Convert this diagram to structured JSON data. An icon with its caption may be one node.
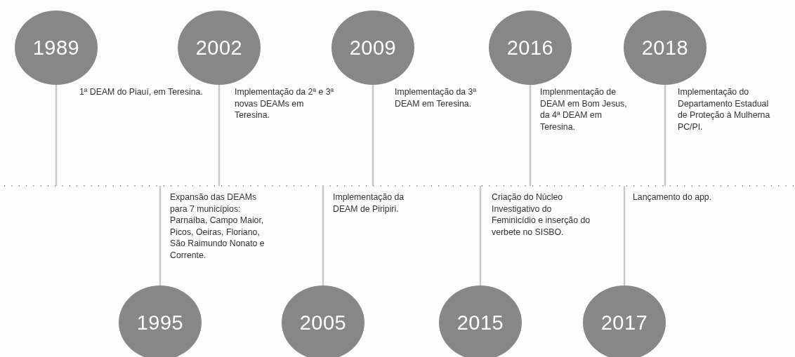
{
  "diagram": {
    "nodes": [
      {
        "text": [
          "1989"
        ],
        "beside": [
          "1ª DEAM do Piauí, em Teresina."
        ]
      },
      {
        "text": [
          "1995"
        ],
        "beside": [
          "Expansão das DEAMs para 7 municípios: Parnaíba, Campo Maior, Picos, Oeiras, Floriano, São Raimundo Nonato e Corrente."
        ]
      },
      {
        "text": [
          "2002"
        ],
        "beside": [
          "Implementação da 2ª e 3ª novas DEAMs em Teresina."
        ]
      },
      {
        "text": [
          "2005"
        ],
        "beside": [
          "Implementação da DEAM de Piripiri."
        ]
      },
      {
        "text": [
          "2009"
        ],
        "beside": [
          "Implementação da 3ª DEAM em Teresina."
        ]
      },
      {
        "text": [
          "2015"
        ],
        "beside": [
          "Criação do Núcleo Investigativo do Feminicídio e inserção do verbete no SISBO."
        ]
      },
      {
        "text": [
          "2016"
        ],
        "beside": [
          "Implenmentação de DEAM em Bom Jesus, da 4ª DEAM em Teresina."
        ]
      },
      {
        "text": [
          "2017"
        ],
        "beside": [
          "Lançamento do app."
        ]
      },
      {
        "text": [
          "2018"
        ],
        "beside": [
          "Implementação do Departamento Estadual de Proteção à Mulherna PC/PI."
        ]
      }
    ]
  }
}
